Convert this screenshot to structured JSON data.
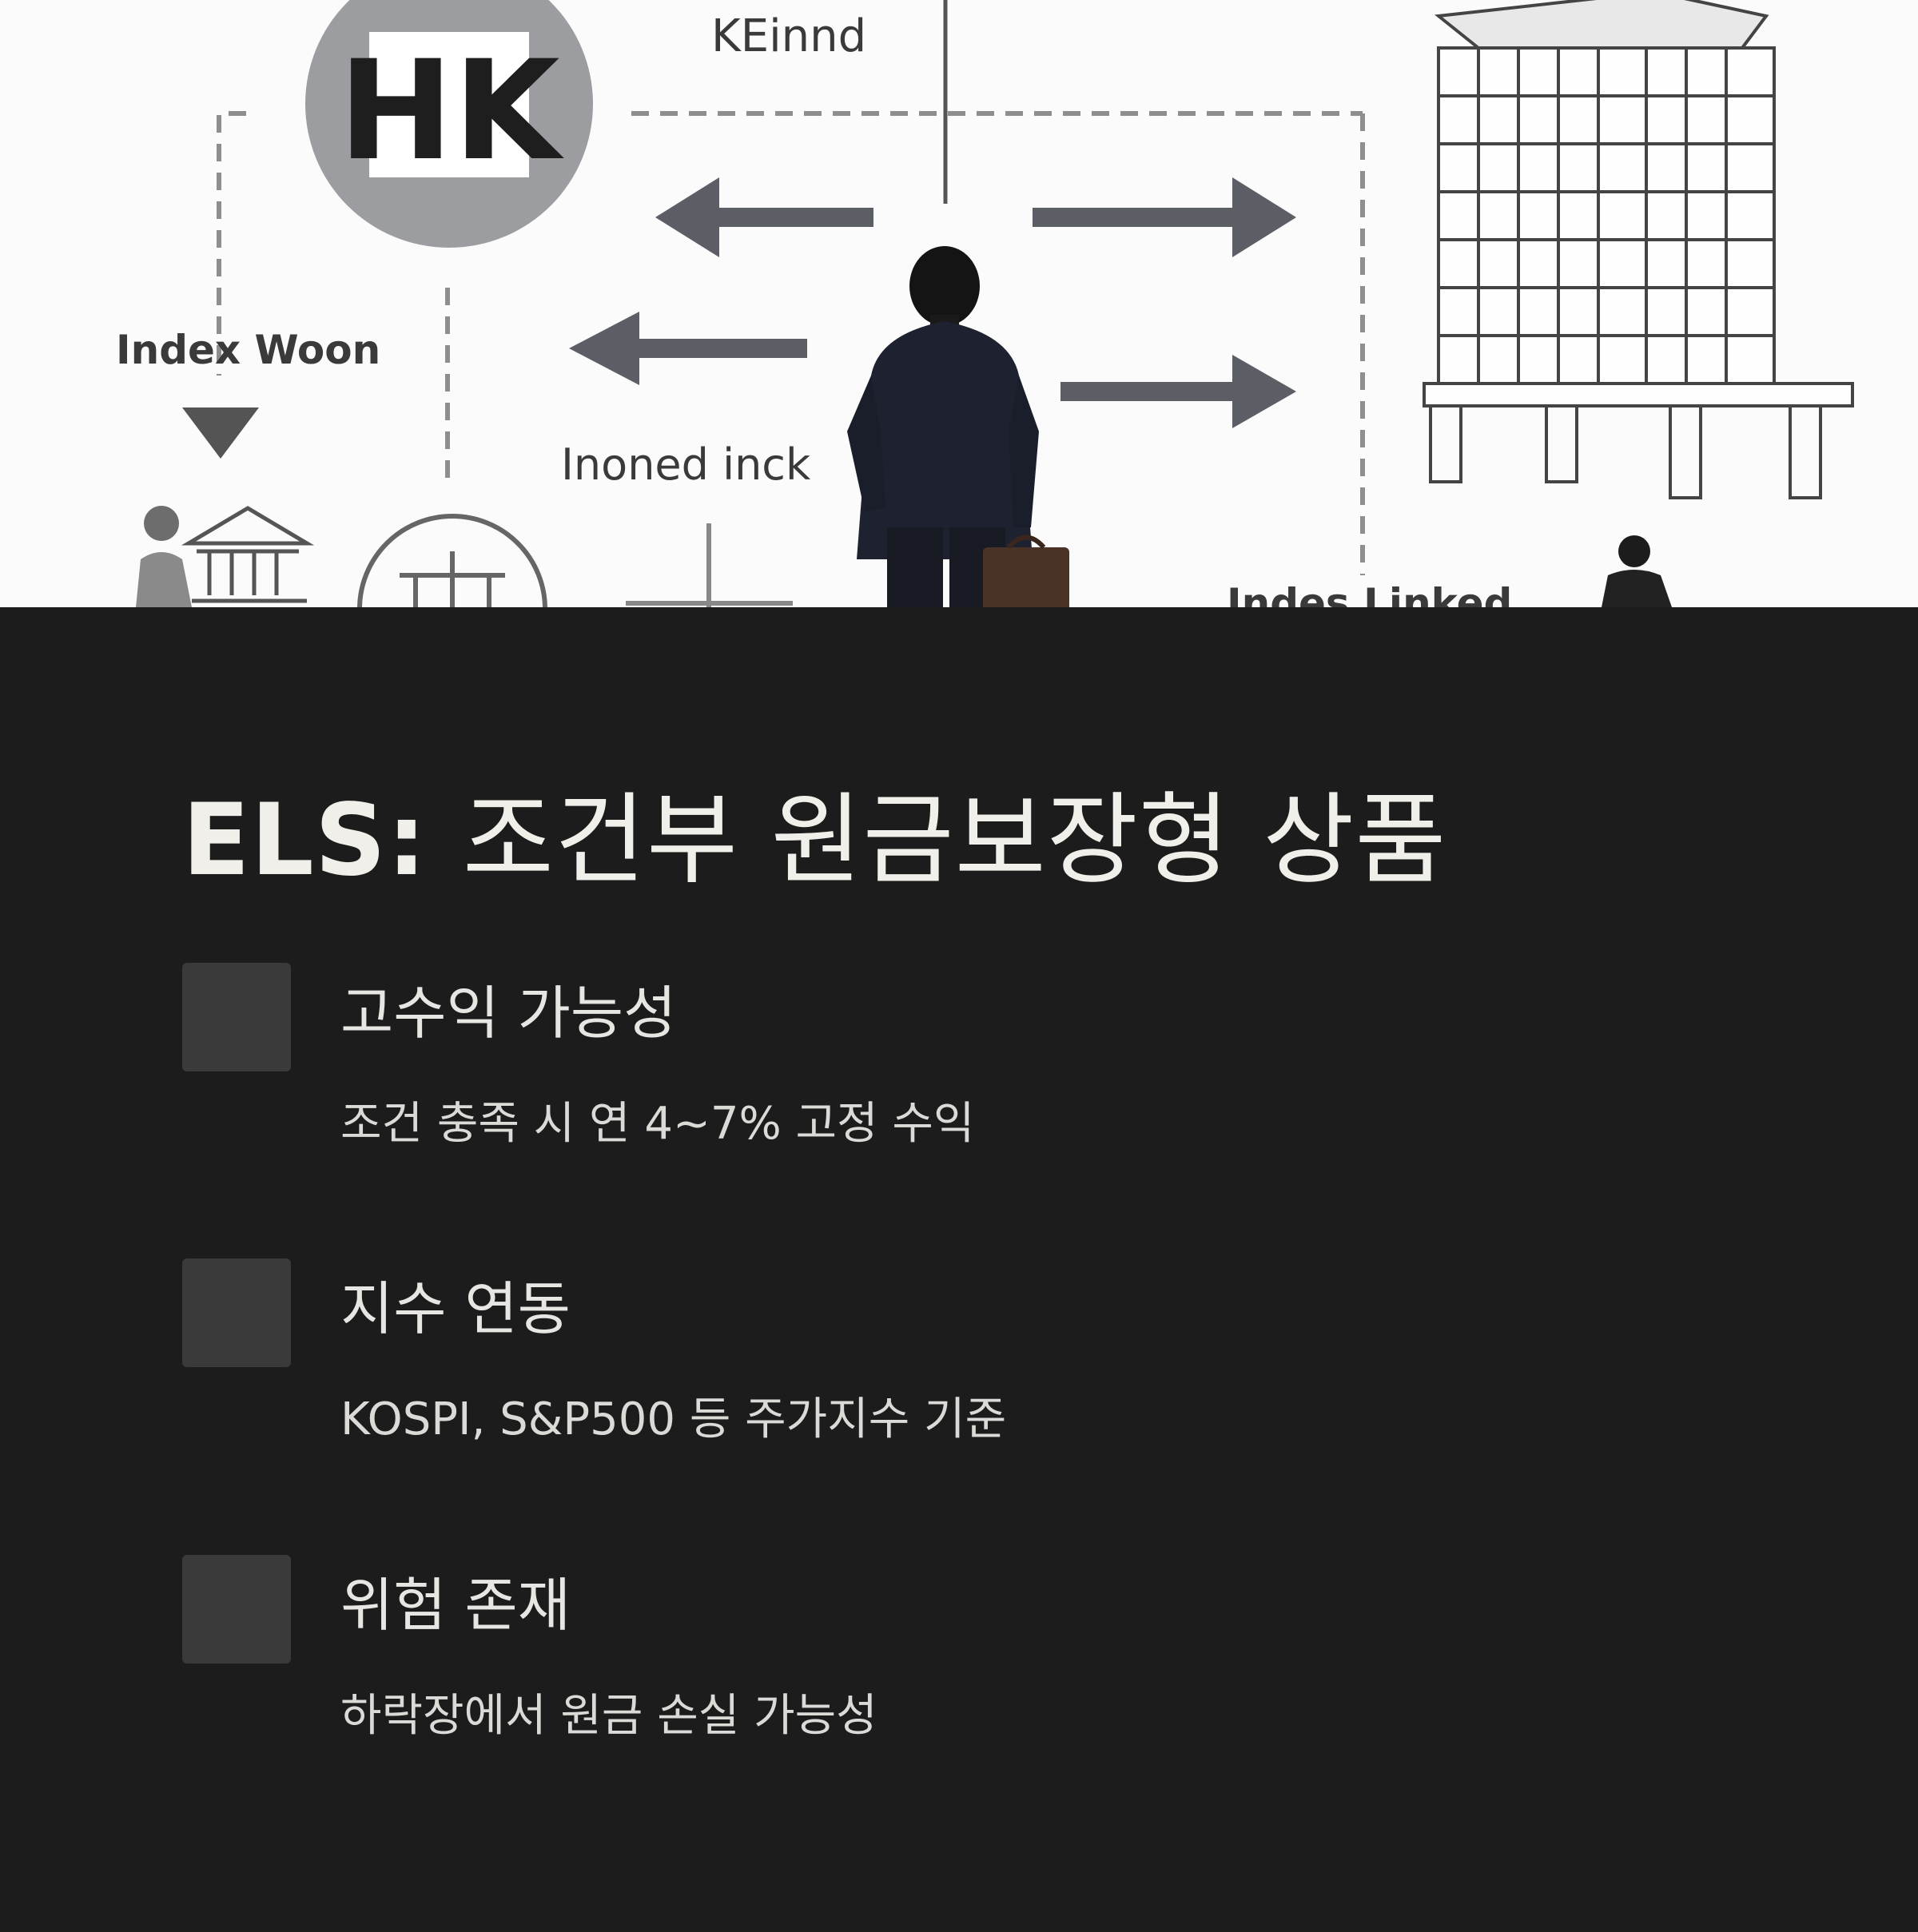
{
  "hero": {
    "labels": {
      "top": "KEinnd",
      "left": "Index Woon",
      "center": "Inoned inck",
      "bottom_right": "Indes Linked"
    },
    "logo": {
      "text": "HK"
    }
  },
  "slide": {
    "title_bold": "ELS:",
    "title_rest": "조건부 원금보장형 상품",
    "features": [
      {
        "heading": "고수익 가능성",
        "desc": "조건 충족 시 연 4~7% 고정 수익"
      },
      {
        "heading": "지수 연동",
        "desc": "KOSPI, S&P500 등 주가지수 기준"
      },
      {
        "heading": "위험 존재",
        "desc": "하락장에서 원금 손실 가능성"
      }
    ]
  },
  "colors": {
    "background": "#1c1c1c",
    "square": "#3a3a3a",
    "text": "#f1efe9"
  }
}
